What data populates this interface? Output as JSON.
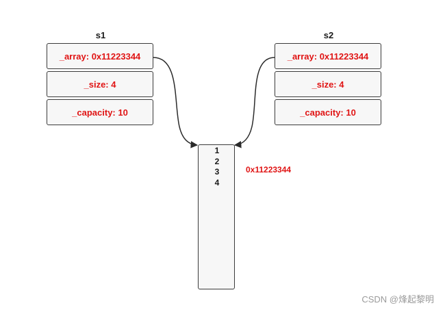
{
  "structs": [
    {
      "name": "s1",
      "fields": [
        "_array: 0x11223344",
        "_size: 4",
        "_capacity: 10"
      ]
    },
    {
      "name": "s2",
      "fields": [
        "_array: 0x11223344",
        "_size: 4",
        "_capacity: 10"
      ]
    }
  ],
  "memory": {
    "values": [
      "1",
      "2",
      "3",
      "4"
    ],
    "address": "0x11223344"
  },
  "watermark": "CSDN @烽起黎明",
  "colors": {
    "text_red": "#e01414",
    "border": "#3a3a3a",
    "fill": "#f7f7f7"
  }
}
